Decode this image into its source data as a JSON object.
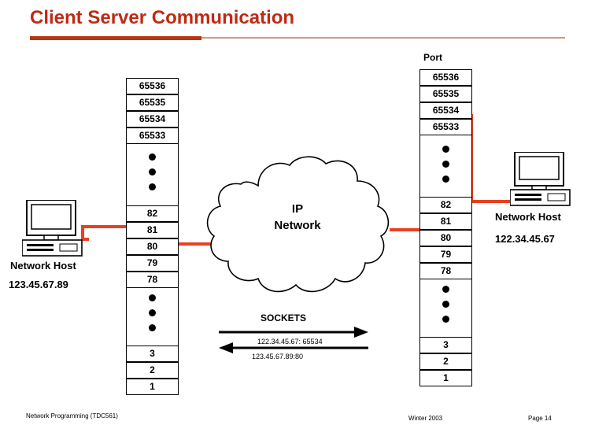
{
  "slide": {
    "title": "Client Server Communication",
    "port_label": "Port",
    "cloud_line1": "IP",
    "cloud_line2": "Network",
    "sockets_label": "SOCKETS",
    "arrow_right_text": "122.34.45.67: 65534",
    "arrow_left_text": "123.45.67.89:80",
    "left_host": {
      "label": "Network Host",
      "address": "123.45.67.89"
    },
    "right_host": {
      "label": "Network Host",
      "address": "122.34.45.67"
    },
    "left_stack": {
      "top_cells": [
        "65536",
        "65535",
        "65534",
        "65533"
      ],
      "mid_cells": [
        "82",
        "81",
        "80",
        "79",
        "78"
      ],
      "bottom_cells": [
        "3",
        "2",
        "1"
      ]
    },
    "right_stack": {
      "top_cells": [
        "65536",
        "65535",
        "65534",
        "65533"
      ],
      "mid_cells": [
        "82",
        "81",
        "80",
        "79",
        "78"
      ],
      "bottom_cells": [
        "3",
        "2",
        "1"
      ]
    },
    "footer": {
      "left": "Network Programming (TDC561)",
      "center": "Winter 2003",
      "right": "Page 14"
    },
    "colors": {
      "title": "#BF2A14",
      "rule_dark": "#B5360F",
      "rule_light": "#CF9A86",
      "link": "#E8401F"
    }
  }
}
